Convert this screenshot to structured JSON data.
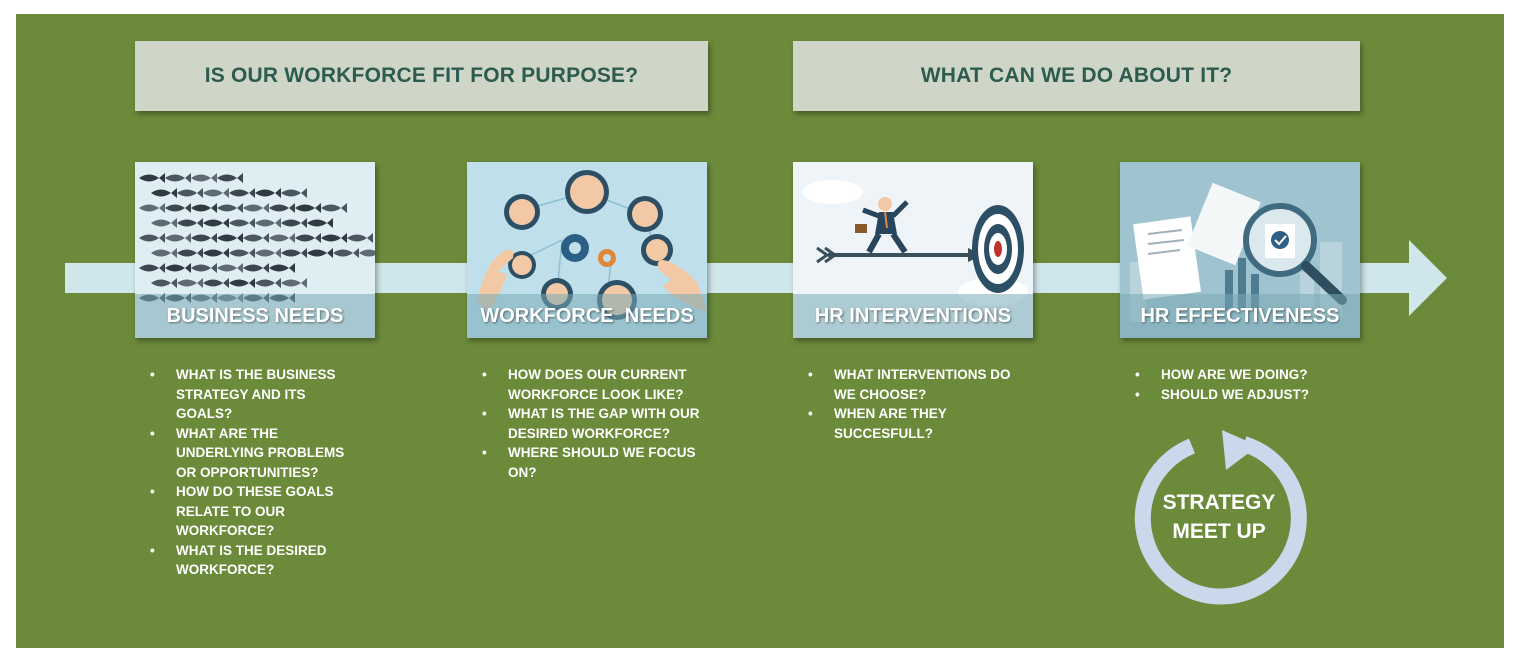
{
  "headers": [
    {
      "text": "IS OUR WORKFORCE FIT FOR PURPOSE?"
    },
    {
      "text": "WHAT CAN WE DO ABOUT IT?"
    }
  ],
  "stages": [
    {
      "label": "BUSINESS NEEDS",
      "image": "fish-school-illustration",
      "questions": [
        "WHAT IS THE BUSINESS STRATEGY AND ITS GOALS?",
        "WHAT ARE THE UNDERLYING PROBLEMS OR OPPORTUNITIES?",
        "HOW DO THESE GOALS RELATE TO OUR WORKFORCE?",
        "WHAT IS THE DESIRED WORKFORCE?"
      ]
    },
    {
      "label": "WORKFORCE  NEEDS",
      "image": "people-network-illustration",
      "questions": [
        "HOW DOES OUR CURRENT WORKFORCE LOOK LIKE?",
        "WHAT IS THE GAP WITH OUR DESIRED WORKFORCE?",
        "WHERE SHOULD WE FOCUS ON?"
      ]
    },
    {
      "label": "HR INTERVENTIONS",
      "image": "businessman-arrow-target-illustration",
      "questions": [
        "WHAT INTERVENTIONS DO WE CHOOSE?",
        "WHEN ARE THEY SUCCESFULL?"
      ]
    },
    {
      "label": "HR EFFECTIVENESS",
      "image": "documents-magnifier-illustration",
      "questions": [
        "HOW ARE WE DOING?",
        "SHOULD WE ADJUST?"
      ]
    }
  ],
  "cycle": {
    "line1": "STRATEGY",
    "line2": "MEET UP",
    "icon": "circular-arrow-icon"
  },
  "colors": {
    "background": "#6b8a3a",
    "header_box": "#cfd6c7",
    "header_text": "#2c5b4f",
    "timeline": "#cfe6ea",
    "cycle_ring": "#c9d8ea"
  }
}
